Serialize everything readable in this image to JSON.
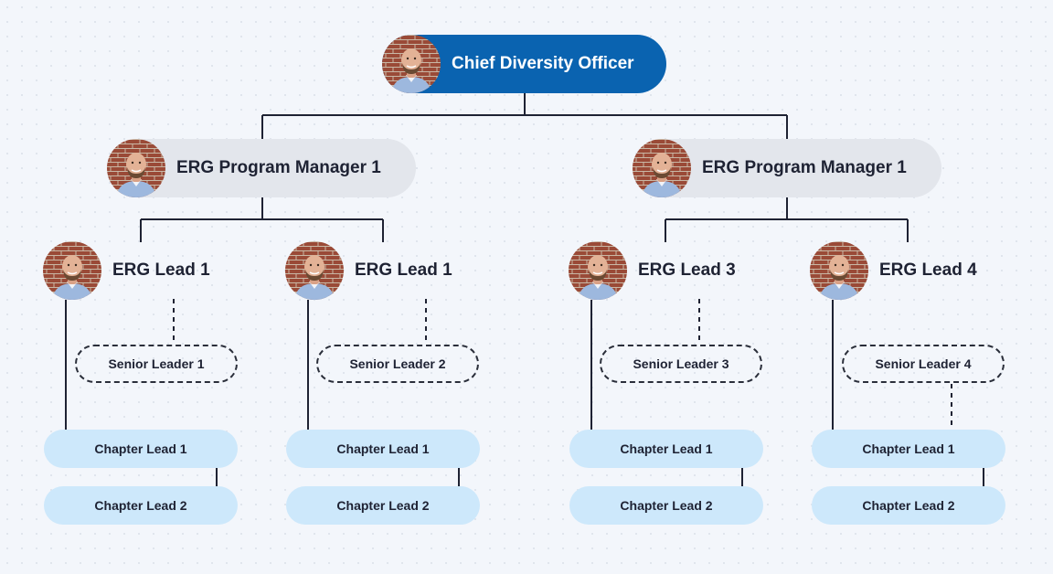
{
  "top": {
    "title": "Chief Diversity Officer"
  },
  "managers": [
    {
      "title": "ERG Program Manager 1"
    },
    {
      "title": "ERG Program Manager 1"
    }
  ],
  "leads": [
    {
      "title": "ERG Lead 1",
      "senior": "Senior Leader 1",
      "chapters": [
        "Chapter Lead 1",
        "Chapter Lead 2"
      ]
    },
    {
      "title": "ERG Lead 1",
      "senior": "Senior Leader 2",
      "chapters": [
        "Chapter Lead 1",
        "Chapter Lead 2"
      ]
    },
    {
      "title": "ERG Lead 3",
      "senior": "Senior Leader 3",
      "chapters": [
        "Chapter Lead 1",
        "Chapter Lead 2"
      ]
    },
    {
      "title": "ERG Lead 4",
      "senior": "Senior Leader 4",
      "chapters": [
        "Chapter Lead 1",
        "Chapter Lead 2"
      ]
    }
  ],
  "colors": {
    "top_pill": "#0a63b0",
    "manager_pill": "#e3e6ec",
    "chapter_pill": "#cde8fb",
    "connector": "#1e2233"
  }
}
